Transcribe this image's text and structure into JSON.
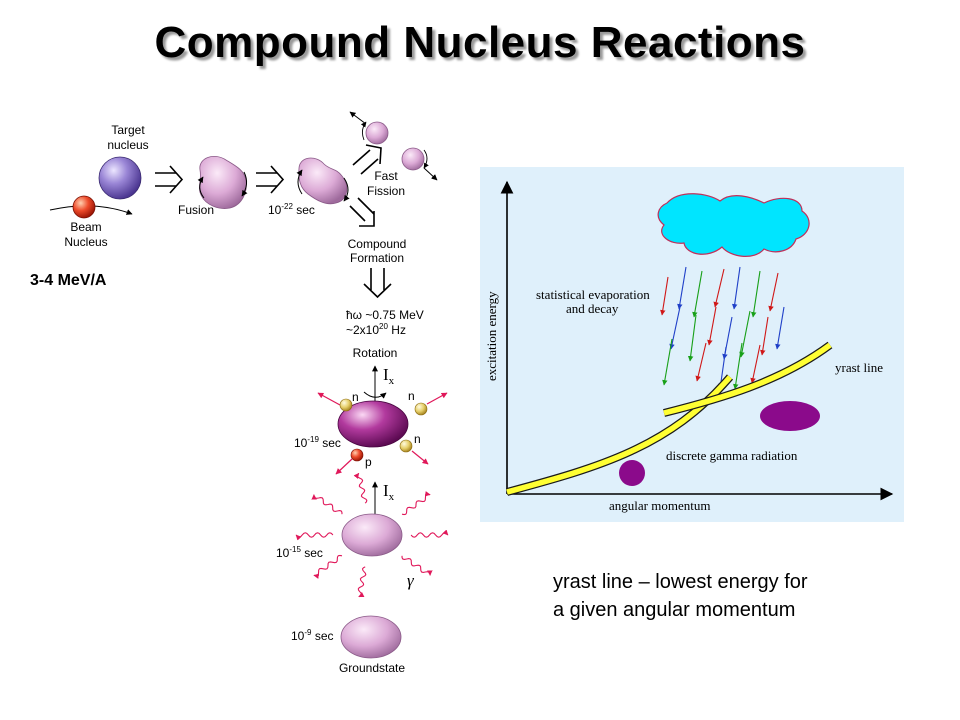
{
  "title": "Compound Nucleus Reactions",
  "energy_label": "3-4 MeV/A",
  "reaction": {
    "target_label": [
      "Target",
      "nucleus"
    ],
    "beam_label": [
      "Beam",
      "Nucleus"
    ],
    "fusion_label": "Fusion",
    "time1_base": "10",
    "time1_exp": "-22",
    "time1_unit": " sec",
    "fast_fission_label": [
      "Fast",
      "Fission"
    ],
    "compound_label": [
      "Compound",
      "Formation"
    ],
    "rotation_line1": "ħω ~0.75 MeV",
    "rotation_line2_pre": "~2x10",
    "rotation_line2_exp": "20",
    "rotation_line2_post": " Hz",
    "rotation_label": "Rotation",
    "spin_label": "I",
    "spin_sub": "x",
    "neutron": "n",
    "proton": "p",
    "gamma": "γ",
    "time2_exp": "-19",
    "time3_exp": "-15",
    "time4_exp": "-9",
    "time_base": "10",
    "time_unit": " sec",
    "groundstate_label": "Groundstate"
  },
  "plot": {
    "y_axis_label": "excitation energy",
    "x_axis_label": "angular momentum",
    "evaporation_label": [
      "statistical evaporation",
      "and decay"
    ],
    "yrast_label": "yrast line",
    "gamma_label": "discrete gamma radiation"
  },
  "caption": [
    "yrast line – lowest energy for",
    "a given angular momentum"
  ],
  "colors": {
    "plot_bg": "#dff0fb",
    "cloud": "#00e5ff",
    "yrast": "#ffff33",
    "blob": "#8b0a8b",
    "arrow_red": "#e0185a"
  }
}
